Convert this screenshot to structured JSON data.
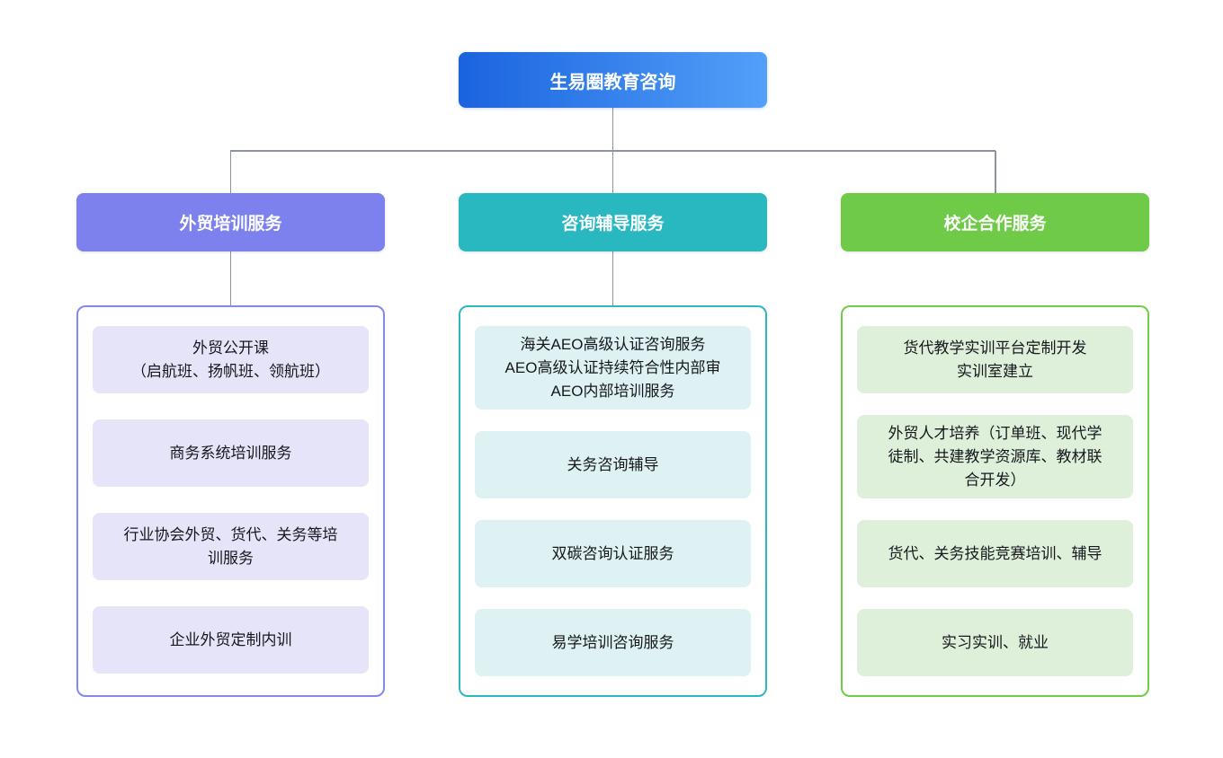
{
  "colors": {
    "background": "#ffffff",
    "connector": "#8d939d",
    "root_gradient_start": "#1a63df",
    "root_gradient_end": "#52a0f8",
    "root_text": "#ffffff",
    "item_text": "#15181d"
  },
  "root": {
    "label": "生易圈教育咨询"
  },
  "branches": [
    {
      "label": "外贸培训服务",
      "colors": {
        "header_bg": "#7c81ee",
        "container_border": "#8388f2",
        "item_bg": "#e6e4f8"
      },
      "items": [
        "外贸公开课\n（启航班、扬帆班、领航班）",
        "商务系统培训服务",
        "行业协会外贸、货代、关务等培\n训服务",
        "企业外贸定制内训"
      ]
    },
    {
      "label": "咨询辅导服务",
      "colors": {
        "header_bg": "#29b8bf",
        "container_border": "#2bb9c0",
        "item_bg": "#def1f3"
      },
      "items": [
        "海关AEO高级认证咨询服务\nAEO高级认证持续符合性内部审\nAEO内部培训服务",
        "关务咨询辅导",
        "双碳咨询认证服务",
        "易学培训咨询服务"
      ]
    },
    {
      "label": "校企合作服务",
      "colors": {
        "header_bg": "#6fcb47",
        "container_border": "#72cc49",
        "item_bg": "#dff0da"
      },
      "items": [
        "货代教学实训平台定制开发\n实训室建立",
        "外贸人才培养（订单班、现代学\n徒制、共建教学资源库、教材联\n合开发）",
        "货代、关务技能竞赛培训、辅导",
        "实习实训、就业"
      ]
    }
  ]
}
